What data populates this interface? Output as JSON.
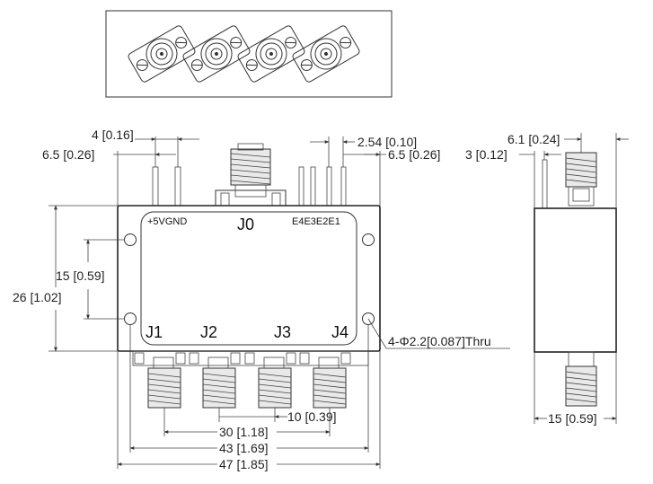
{
  "board_labels": {
    "power": "+5VGND",
    "input_port": "J0",
    "enable_pins": "E4E3E2E1",
    "out1": "J1",
    "out2": "J2",
    "out3": "J3",
    "out4": "J4"
  },
  "dimensions": {
    "pin_spacing_left": "4 [0.16]",
    "left_edge_offset": "6.5 [0.26]",
    "pin_pitch_right": "2.54 [0.10]",
    "right_edge_offset": "6.5 [0.26]",
    "hole_vertical_spacing": "15 [0.59]",
    "body_height": "26 [1.02]",
    "mount_holes": "4-Φ2.2[0.087]Thru",
    "connector_pitch": "10 [0.39]",
    "outer_connector_span": "30 [1.18]",
    "hole_horizontal_spacing": "43 [1.69]",
    "body_width": "47 [1.85]"
  },
  "side_view_dimensions": {
    "connector_offset": "6.1 [0.24]",
    "pin_offset": "3 [0.12]",
    "body_depth": "15 [0.59]"
  }
}
